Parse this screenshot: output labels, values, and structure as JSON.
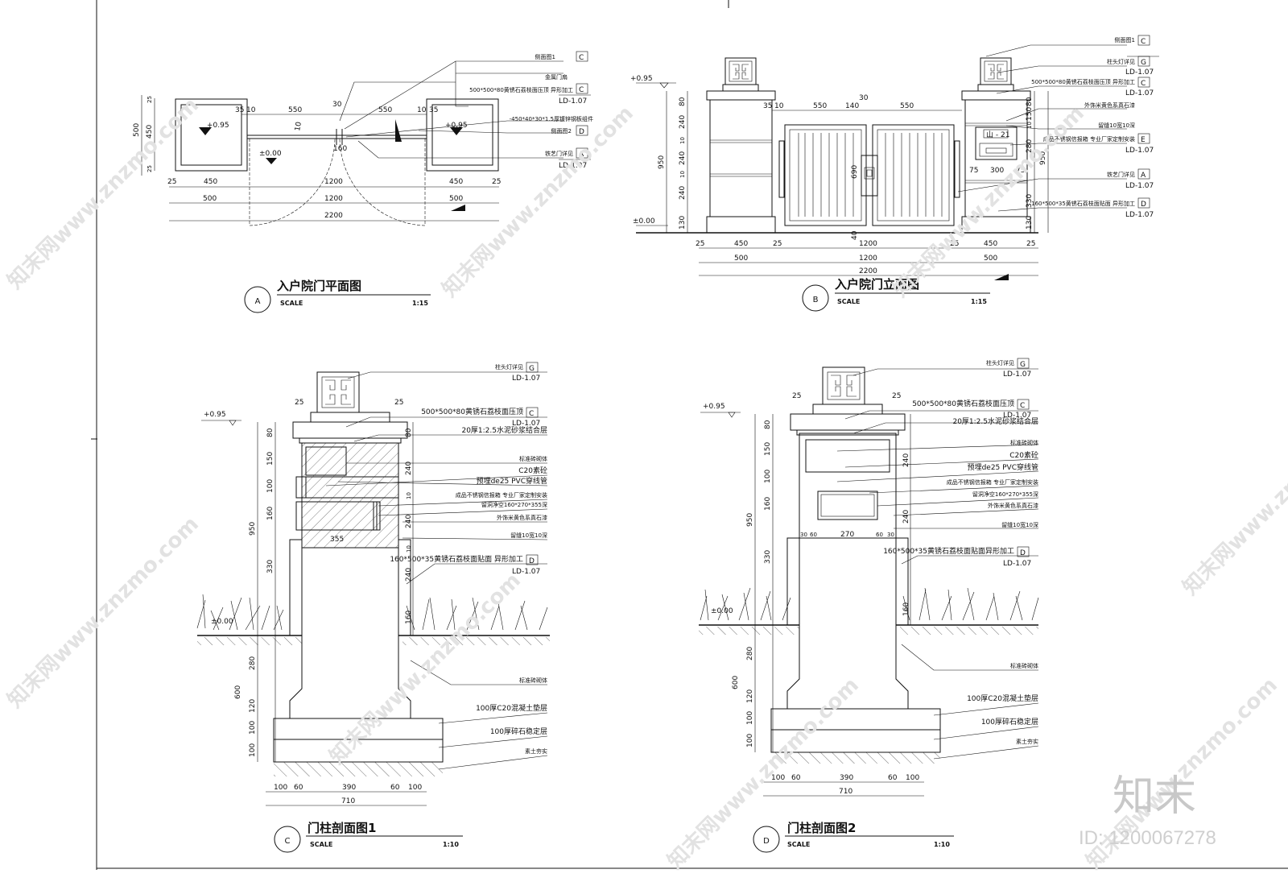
{
  "views": {
    "A": {
      "letter": "A",
      "title": "入户院门平面图",
      "scale_label": "SCALE",
      "scale": "1:15"
    },
    "B": {
      "letter": "B",
      "title": "入户院门立面图",
      "scale_label": "SCALE",
      "scale": "1:15"
    },
    "C": {
      "letter": "C",
      "title": "门柱剖面图1",
      "scale_label": "SCALE",
      "scale": "1:10"
    },
    "D": {
      "letter": "D",
      "title": "门柱剖面图2",
      "scale_label": "SCALE",
      "scale": "1:10"
    }
  },
  "plan_dims": {
    "top": [
      "35",
      "10",
      "550",
      "30",
      "550",
      "10",
      "35"
    ],
    "mid": [
      "25",
      "450",
      "1200",
      "450",
      "25"
    ],
    "low": [
      "500",
      "1200",
      "500"
    ],
    "total": "2200",
    "side": [
      "500",
      "450",
      "25",
      "25"
    ],
    "levels": [
      "+0.95",
      "±0.00",
      "+0.95"
    ],
    "gap": "10",
    "center": "160"
  },
  "elev_dims": {
    "left_side": [
      "80",
      "240",
      "10",
      "240",
      "10",
      "240",
      "130",
      "950"
    ],
    "right_side": [
      "80",
      "150",
      "10",
      "280",
      "330",
      "130",
      "950"
    ],
    "top": [
      "35",
      "10",
      "550",
      "140",
      "30",
      "550"
    ],
    "gate_h": "690",
    "bottom_gap": "40",
    "mailbox": [
      "75",
      "300",
      "75"
    ],
    "plate": "山 - 21",
    "levels": [
      "+0.95",
      "±0.00"
    ]
  },
  "callouts_AB": [
    {
      "text": "侧面图1",
      "tag": "C",
      "ref": ""
    },
    {
      "text": "金属门扇",
      "tag": "",
      "ref": ""
    },
    {
      "text": "500*500*80黄锈石荔枝面压顶  异形加工",
      "tag": "C",
      "ref": "LD-1.07"
    },
    {
      "text": "-450*40*30*1.5厚镀锌钢板组件",
      "tag": "",
      "ref": ""
    },
    {
      "text": "侧面图2",
      "tag": "D",
      "ref": ""
    },
    {
      "text": "铁艺门详见",
      "tag": "A",
      "ref": "LD-1.07"
    }
  ],
  "callouts_B": [
    {
      "text": "侧面图1",
      "tag": "C",
      "ref": ""
    },
    {
      "text": "柱头灯详见",
      "tag": "G",
      "ref": "LD-1.07"
    },
    {
      "text": "500*500*80黄锈石荔枝面压顶  异形加工",
      "tag": "C",
      "ref": "LD-1.07"
    },
    {
      "text": "外饰米黄色系真石漆",
      "tag": "",
      "ref": ""
    },
    {
      "text": "留缝10宽10深",
      "tag": "",
      "ref": ""
    },
    {
      "text": "成品不锈钢信报箱  专业厂家定制安装",
      "tag": "E",
      "ref": "LD-1.07"
    },
    {
      "text": "铁艺门详见",
      "tag": "A",
      "ref": "LD-1.07"
    },
    {
      "text": "160*500*35黄锈石荔枝面贴面  异形加工",
      "tag": "D",
      "ref": "LD-1.07"
    }
  ],
  "bottom_dims": {
    "row1": [
      "25",
      "450",
      "25",
      "1200",
      "25",
      "450",
      "25"
    ],
    "row2": [
      "500",
      "1200",
      "500"
    ],
    "total": "2200"
  },
  "section_C": {
    "lamp": {
      "text": "柱头灯详见",
      "tag": "G",
      "ref": "LD-1.07"
    },
    "cap": {
      "text": "500*500*80黄锈石荔枝面压顶",
      "tag": "C",
      "ref": "LD-1.07"
    },
    "notes": [
      "20厚1:2.5水泥砂浆结合层",
      "标准砖砌体",
      "C20素砼",
      "预埋de25 PVC穿线管",
      "成品不锈钢信报箱  专业厂家定制安装",
      "留洞净空160*270*355深",
      "外饰米黄色系真石漆",
      "留缝10宽10深"
    ],
    "veneer": {
      "text": "160*500*35黄锈石荔枝面贴面  异形加工",
      "tag": "D",
      "ref": "LD-1.07"
    },
    "foundation": [
      "标准砖砌体",
      "100厚C20混凝土垫层",
      "100厚碎石稳定层",
      "素土夯实"
    ],
    "left_dims": [
      "80",
      "150",
      "100",
      "160",
      "330",
      "950",
      "280",
      "120",
      "600",
      "100",
      "100"
    ],
    "right_dims": [
      "80",
      "240",
      "10",
      "240",
      "10",
      "240",
      "160"
    ],
    "box_width": "355",
    "top_dims": [
      "25",
      "25"
    ],
    "bottom": [
      "100",
      "60",
      "390",
      "60",
      "100"
    ],
    "total": "710",
    "level": "+0.95",
    "ground": "±0.00"
  },
  "section_D": {
    "lamp": {
      "text": "柱头灯详见",
      "tag": "G",
      "ref": "LD-1.07"
    },
    "cap": {
      "text": "500*500*80黄锈石荔枝面压顶",
      "tag": "C",
      "ref": "LD-1.07"
    },
    "notes": [
      "20厚1:2.5水泥砂浆结合层",
      "标准砖砌体",
      "C20素砼",
      "预埋de25 PVC穿线管",
      "成品不锈钢信报箱  专业厂家定制安装",
      "留洞净空160*270*355深",
      "外饰米黄色系真石漆",
      "留缝10宽10深"
    ],
    "veneer": {
      "text": "160*500*35黄锈石荔枝面贴面异形加工",
      "tag": "D",
      "ref": "LD-1.07"
    },
    "foundation": [
      "标准砖砌体",
      "100厚C20混凝土垫层",
      "100厚碎石稳定层",
      "素土夯实"
    ],
    "left_dims": [
      "80",
      "150",
      "100",
      "160",
      "330",
      "950",
      "280",
      "120",
      "600",
      "100",
      "100"
    ],
    "right_dims": [
      "240",
      "240",
      "160"
    ],
    "box_dims": [
      "30",
      "60",
      "270",
      "60",
      "30"
    ],
    "top_dims": [
      "25",
      "25"
    ],
    "bottom": [
      "100",
      "60",
      "390",
      "60",
      "100"
    ],
    "total": "710",
    "level": "+0.95",
    "ground": "±0.00"
  },
  "watermark": {
    "text": "知末网www.znzmo.com",
    "logo": "知末",
    "id": "ID: 1200067278"
  }
}
